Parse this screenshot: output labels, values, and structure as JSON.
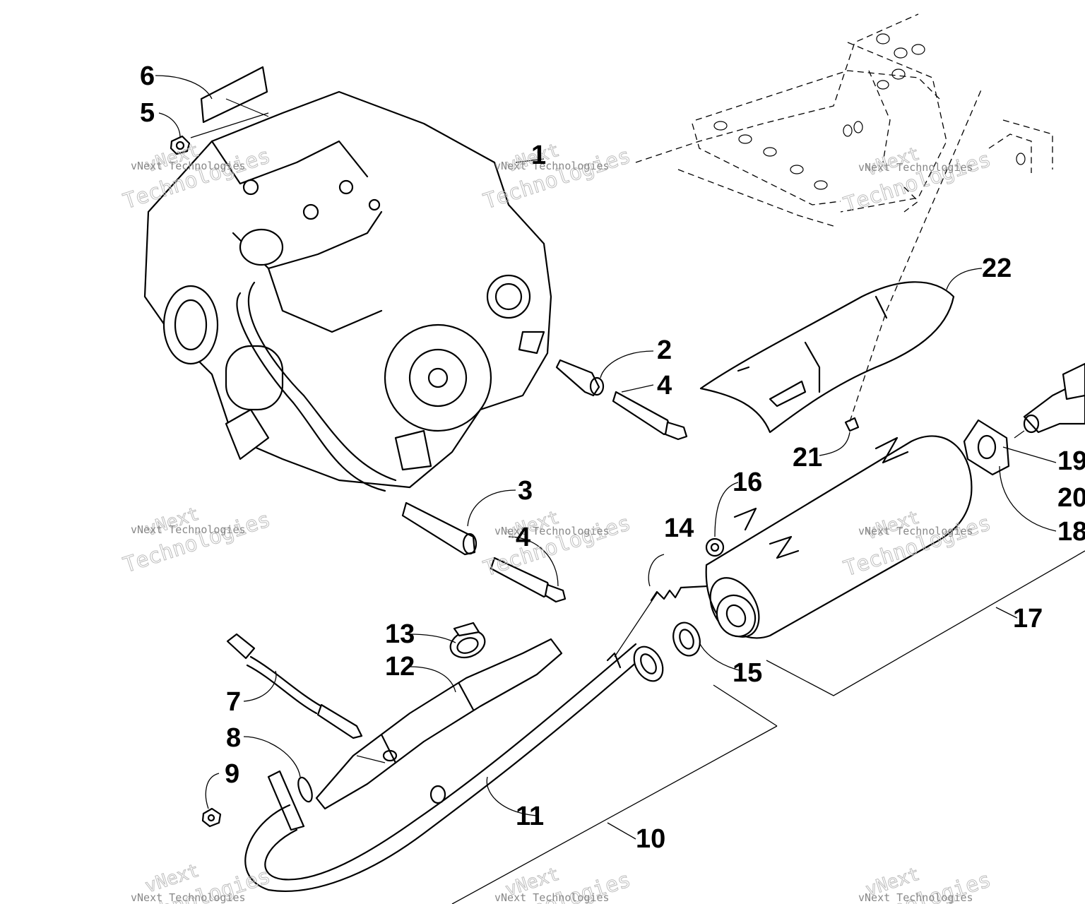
{
  "watermark": {
    "line1": "vNext",
    "line2": "Technologies",
    "line3": "vNext Technologies"
  },
  "callouts": [
    {
      "id": "c1",
      "label": "1"
    },
    {
      "id": "c2",
      "label": "2"
    },
    {
      "id": "c3",
      "label": "3"
    },
    {
      "id": "c4a",
      "label": "4"
    },
    {
      "id": "c4b",
      "label": "4"
    },
    {
      "id": "c5",
      "label": "5"
    },
    {
      "id": "c6",
      "label": "6"
    },
    {
      "id": "c7",
      "label": "7"
    },
    {
      "id": "c8",
      "label": "8"
    },
    {
      "id": "c9",
      "label": "9"
    },
    {
      "id": "c10",
      "label": "10"
    },
    {
      "id": "c11",
      "label": "11"
    },
    {
      "id": "c12",
      "label": "12"
    },
    {
      "id": "c13",
      "label": "13"
    },
    {
      "id": "c14",
      "label": "14"
    },
    {
      "id": "c15",
      "label": "15"
    },
    {
      "id": "c16",
      "label": "16"
    },
    {
      "id": "c17",
      "label": "17"
    },
    {
      "id": "c18",
      "label": "18"
    },
    {
      "id": "c19",
      "label": "19"
    },
    {
      "id": "c20",
      "label": "20"
    },
    {
      "id": "c21",
      "label": "21"
    },
    {
      "id": "c22",
      "label": "22"
    }
  ]
}
